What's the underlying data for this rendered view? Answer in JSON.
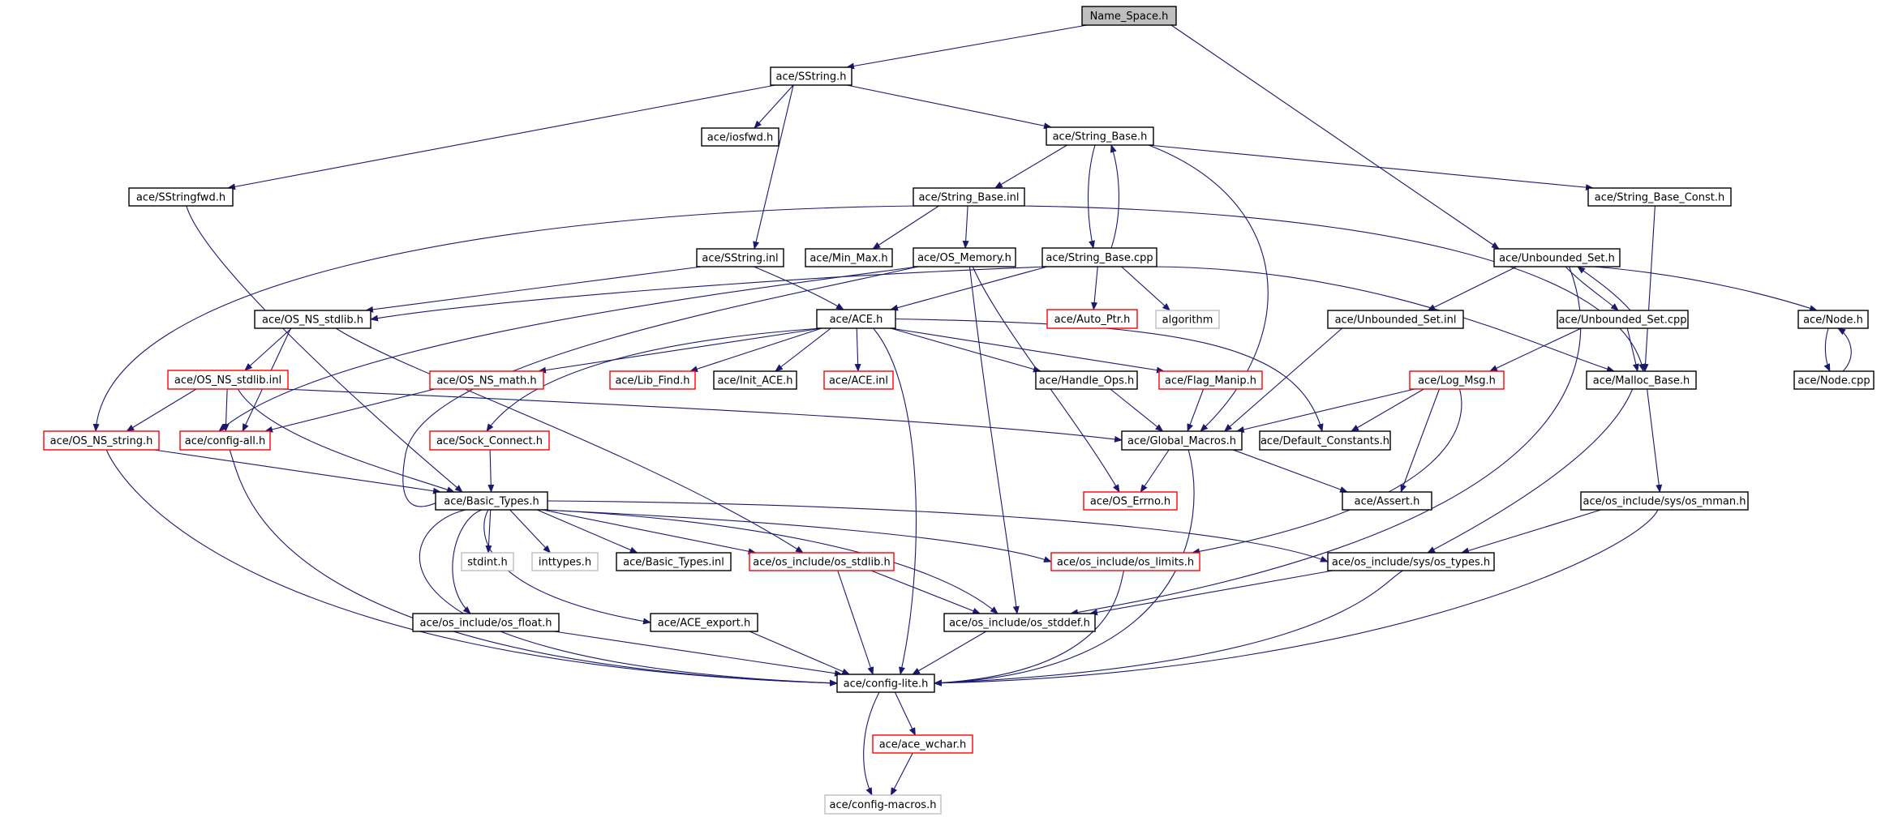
{
  "colors": {
    "edge": "#191970",
    "root_fill": "#bfbfbf",
    "documented_border": "#000000",
    "undocumented_border": "#ff0000",
    "external_border": "#bfbfbf",
    "node_fill": "#ffffff"
  },
  "nodes": [
    {
      "id": "name_space",
      "label": "Name_Space.h",
      "kind": "root"
    },
    {
      "id": "sstring",
      "label": "ace/SString.h",
      "kind": "doc"
    },
    {
      "id": "iosfwd",
      "label": "ace/iosfwd.h",
      "kind": "doc"
    },
    {
      "id": "string_base_h",
      "label": "ace/String_Base.h",
      "kind": "doc"
    },
    {
      "id": "sstringfwd",
      "label": "ace/SStringfwd.h",
      "kind": "doc"
    },
    {
      "id": "string_base_inl",
      "label": "ace/String_Base.inl",
      "kind": "doc"
    },
    {
      "id": "string_base_const",
      "label": "ace/String_Base_Const.h",
      "kind": "doc"
    },
    {
      "id": "sstring_inl",
      "label": "ace/SString.inl",
      "kind": "doc"
    },
    {
      "id": "min_max",
      "label": "ace/Min_Max.h",
      "kind": "doc"
    },
    {
      "id": "os_memory",
      "label": "ace/OS_Memory.h",
      "kind": "doc"
    },
    {
      "id": "string_base_cpp",
      "label": "ace/String_Base.cpp",
      "kind": "doc"
    },
    {
      "id": "unbounded_set_h",
      "label": "ace/Unbounded_Set.h",
      "kind": "doc"
    },
    {
      "id": "os_ns_stdlib_h",
      "label": "ace/OS_NS_stdlib.h",
      "kind": "doc"
    },
    {
      "id": "ace_h",
      "label": "ace/ACE.h",
      "kind": "doc"
    },
    {
      "id": "auto_ptr",
      "label": "ace/Auto_Ptr.h",
      "kind": "undoc"
    },
    {
      "id": "algorithm",
      "label": "algorithm",
      "kind": "ext"
    },
    {
      "id": "unbounded_set_inl",
      "label": "ace/Unbounded_Set.inl",
      "kind": "doc"
    },
    {
      "id": "unbounded_set_cpp",
      "label": "ace/Unbounded_Set.cpp",
      "kind": "doc"
    },
    {
      "id": "node_h",
      "label": "ace/Node.h",
      "kind": "doc"
    },
    {
      "id": "os_ns_stdlib_inl",
      "label": "ace/OS_NS_stdlib.inl",
      "kind": "undoc"
    },
    {
      "id": "os_ns_math",
      "label": "ace/OS_NS_math.h",
      "kind": "undoc"
    },
    {
      "id": "lib_find",
      "label": "ace/Lib_Find.h",
      "kind": "undoc"
    },
    {
      "id": "init_ace",
      "label": "ace/Init_ACE.h",
      "kind": "doc"
    },
    {
      "id": "ace_inl",
      "label": "ace/ACE.inl",
      "kind": "undoc"
    },
    {
      "id": "handle_ops",
      "label": "ace/Handle_Ops.h",
      "kind": "doc"
    },
    {
      "id": "flag_manip",
      "label": "ace/Flag_Manip.h",
      "kind": "undoc"
    },
    {
      "id": "log_msg",
      "label": "ace/Log_Msg.h",
      "kind": "undoc"
    },
    {
      "id": "malloc_base",
      "label": "ace/Malloc_Base.h",
      "kind": "doc"
    },
    {
      "id": "node_cpp",
      "label": "ace/Node.cpp",
      "kind": "doc"
    },
    {
      "id": "os_ns_string",
      "label": "ace/OS_NS_string.h",
      "kind": "undoc"
    },
    {
      "id": "config_all",
      "label": "ace/config-all.h",
      "kind": "undoc"
    },
    {
      "id": "sock_connect",
      "label": "ace/Sock_Connect.h",
      "kind": "undoc"
    },
    {
      "id": "global_macros",
      "label": "ace/Global_Macros.h",
      "kind": "doc"
    },
    {
      "id": "default_constants",
      "label": "ace/Default_Constants.h",
      "kind": "doc"
    },
    {
      "id": "basic_types_h",
      "label": "ace/Basic_Types.h",
      "kind": "doc"
    },
    {
      "id": "os_errno",
      "label": "ace/OS_Errno.h",
      "kind": "undoc"
    },
    {
      "id": "assert_h",
      "label": "ace/Assert.h",
      "kind": "doc"
    },
    {
      "id": "os_mman",
      "label": "ace/os_include/sys/os_mman.h",
      "kind": "doc"
    },
    {
      "id": "stdint",
      "label": "stdint.h",
      "kind": "ext"
    },
    {
      "id": "inttypes",
      "label": "inttypes.h",
      "kind": "ext"
    },
    {
      "id": "basic_types_inl",
      "label": "ace/Basic_Types.inl",
      "kind": "doc"
    },
    {
      "id": "os_stdlib",
      "label": "ace/os_include/os_stdlib.h",
      "kind": "undoc"
    },
    {
      "id": "os_limits",
      "label": "ace/os_include/os_limits.h",
      "kind": "undoc"
    },
    {
      "id": "os_types",
      "label": "ace/os_include/sys/os_types.h",
      "kind": "doc"
    },
    {
      "id": "os_float",
      "label": "ace/os_include/os_float.h",
      "kind": "doc"
    },
    {
      "id": "ace_export",
      "label": "ace/ACE_export.h",
      "kind": "doc"
    },
    {
      "id": "os_stddef",
      "label": "ace/os_include/os_stddef.h",
      "kind": "doc"
    },
    {
      "id": "config_lite",
      "label": "ace/config-lite.h",
      "kind": "doc"
    },
    {
      "id": "ace_wchar",
      "label": "ace/ace_wchar.h",
      "kind": "undoc"
    },
    {
      "id": "config_macros",
      "label": "ace/config-macros.h",
      "kind": "ext"
    }
  ],
  "edges": [
    [
      "name_space",
      "sstring"
    ],
    [
      "name_space",
      "unbounded_set_h"
    ],
    [
      "sstring",
      "iosfwd"
    ],
    [
      "sstring",
      "string_base_h"
    ],
    [
      "sstring",
      "sstringfwd"
    ],
    [
      "sstring",
      "sstring_inl"
    ],
    [
      "string_base_h",
      "string_base_inl"
    ],
    [
      "string_base_h",
      "string_base_const"
    ],
    [
      "string_base_h",
      "string_base_cpp"
    ],
    [
      "string_base_h",
      "global_macros"
    ],
    [
      "string_base_cpp",
      "string_base_h"
    ],
    [
      "sstringfwd",
      "basic_types_h"
    ],
    [
      "string_base_inl",
      "min_max"
    ],
    [
      "string_base_inl",
      "os_memory"
    ],
    [
      "string_base_inl",
      "os_ns_string"
    ],
    [
      "string_base_inl",
      "malloc_base"
    ],
    [
      "string_base_const",
      "malloc_base"
    ],
    [
      "sstring_inl",
      "os_ns_stdlib_h"
    ],
    [
      "sstring_inl",
      "ace_h"
    ],
    [
      "os_memory",
      "os_errno"
    ],
    [
      "os_memory",
      "basic_types_h"
    ],
    [
      "os_memory",
      "os_stddef"
    ],
    [
      "os_memory",
      "config_all"
    ],
    [
      "string_base_cpp",
      "auto_ptr"
    ],
    [
      "string_base_cpp",
      "algorithm"
    ],
    [
      "string_base_cpp",
      "ace_h"
    ],
    [
      "string_base_cpp",
      "os_ns_stdlib_h"
    ],
    [
      "string_base_cpp",
      "malloc_base"
    ],
    [
      "unbounded_set_h",
      "unbounded_set_inl"
    ],
    [
      "unbounded_set_h",
      "unbounded_set_cpp"
    ],
    [
      "unbounded_set_h",
      "node_h"
    ],
    [
      "unbounded_set_h",
      "os_stddef"
    ],
    [
      "unbounded_set_cpp",
      "unbounded_set_h"
    ],
    [
      "unbounded_set_cpp",
      "malloc_base"
    ],
    [
      "unbounded_set_cpp",
      "log_msg"
    ],
    [
      "unbounded_set_inl",
      "global_macros"
    ],
    [
      "node_h",
      "node_cpp"
    ],
    [
      "node_cpp",
      "node_h"
    ],
    [
      "os_ns_stdlib_h",
      "os_ns_stdlib_inl"
    ],
    [
      "os_ns_stdlib_h",
      "os_stdlib"
    ],
    [
      "os_ns_stdlib_h",
      "config_all"
    ],
    [
      "ace_h",
      "os_ns_math"
    ],
    [
      "ace_h",
      "lib_find"
    ],
    [
      "ace_h",
      "init_ace"
    ],
    [
      "ace_h",
      "ace_inl"
    ],
    [
      "ace_h",
      "handle_ops"
    ],
    [
      "ace_h",
      "flag_manip"
    ],
    [
      "ace_h",
      "sock_connect"
    ],
    [
      "ace_h",
      "default_constants"
    ],
    [
      "ace_h",
      "config_lite"
    ],
    [
      "os_ns_stdlib_inl",
      "os_ns_string"
    ],
    [
      "os_ns_stdlib_inl",
      "config_all"
    ],
    [
      "os_ns_stdlib_inl",
      "basic_types_h"
    ],
    [
      "os_ns_stdlib_inl",
      "global_macros"
    ],
    [
      "os_ns_math",
      "config_all"
    ],
    [
      "handle_ops",
      "global_macros"
    ],
    [
      "flag_manip",
      "global_macros"
    ],
    [
      "log_msg",
      "global_macros"
    ],
    [
      "log_msg",
      "default_constants"
    ],
    [
      "log_msg",
      "assert_h"
    ],
    [
      "log_msg",
      "os_limits"
    ],
    [
      "malloc_base",
      "os_mman"
    ],
    [
      "malloc_base",
      "os_types"
    ],
    [
      "os_ns_string",
      "basic_types_h"
    ],
    [
      "os_ns_string",
      "config_lite"
    ],
    [
      "config_all",
      "config_lite"
    ],
    [
      "sock_connect",
      "basic_types_h"
    ],
    [
      "global_macros",
      "os_errno"
    ],
    [
      "global_macros",
      "assert_h"
    ],
    [
      "global_macros",
      "config_lite"
    ],
    [
      "basic_types_h",
      "stdint"
    ],
    [
      "basic_types_h",
      "inttypes"
    ],
    [
      "basic_types_h",
      "basic_types_inl"
    ],
    [
      "basic_types_h",
      "os_stdlib"
    ],
    [
      "basic_types_h",
      "os_limits"
    ],
    [
      "basic_types_h",
      "os_types"
    ],
    [
      "basic_types_h",
      "os_float"
    ],
    [
      "basic_types_h",
      "ace_export"
    ],
    [
      "basic_types_h",
      "os_stddef"
    ],
    [
      "basic_types_h",
      "config_lite"
    ],
    [
      "os_mman",
      "os_types"
    ],
    [
      "os_mman",
      "config_lite"
    ],
    [
      "os_stdlib",
      "os_stddef"
    ],
    [
      "os_stdlib",
      "config_lite"
    ],
    [
      "os_limits",
      "config_lite"
    ],
    [
      "os_types",
      "os_stddef"
    ],
    [
      "os_types",
      "config_lite"
    ],
    [
      "os_float",
      "config_lite"
    ],
    [
      "ace_export",
      "config_lite"
    ],
    [
      "os_stddef",
      "config_lite"
    ],
    [
      "config_lite",
      "ace_wchar"
    ],
    [
      "config_lite",
      "config_macros"
    ],
    [
      "ace_wchar",
      "config_macros"
    ]
  ]
}
